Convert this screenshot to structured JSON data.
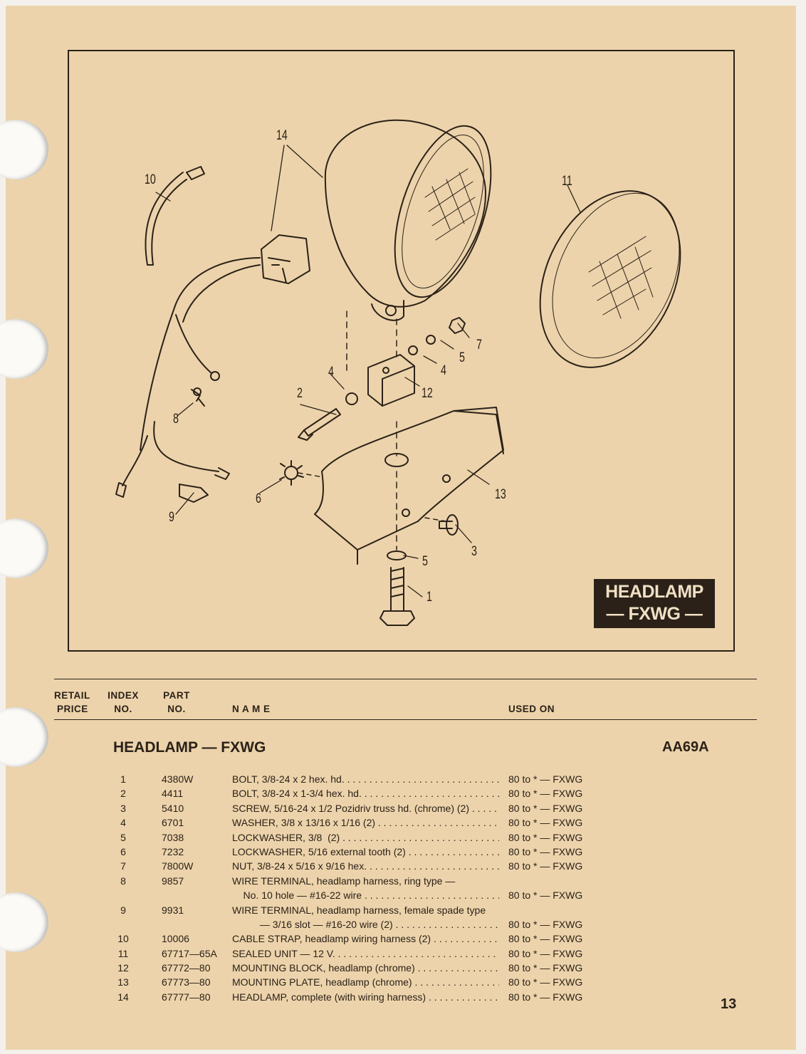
{
  "diagram": {
    "callouts": [
      "14",
      "10",
      "11",
      "7",
      "5",
      "4",
      "4",
      "12",
      "2",
      "8",
      "6",
      "13",
      "9",
      "3",
      "5",
      "1"
    ],
    "label_line1": "HEADLAMP",
    "label_line2": "— FXWG —"
  },
  "table_header": {
    "retail": "RETAIL",
    "price": "PRICE",
    "index": "INDEX",
    "index_no": "NO.",
    "part": "PART",
    "part_no": "NO.",
    "name": "N A M E",
    "used_on": "USED ON"
  },
  "section": {
    "title": "HEADLAMP — FXWG",
    "code": "AA69A"
  },
  "parts": [
    {
      "index": "1",
      "part": "4380W",
      "name": "BOLT, 3/8-24 x 2 hex. hd.",
      "used": "80 to * — FXWG"
    },
    {
      "index": "2",
      "part": "4411",
      "name": "BOLT, 3/8-24 x 1-3/4 hex. hd.",
      "used": "80 to * — FXWG"
    },
    {
      "index": "3",
      "part": "5410",
      "name": "SCREW, 5/16-24 x 1/2 Pozidriv truss hd. (chrome) (2)",
      "used": "80 to * — FXWG"
    },
    {
      "index": "4",
      "part": "6701",
      "name": "WASHER, 3/8 x 13/16 x 1/16 (2)",
      "used": "80 to * — FXWG"
    },
    {
      "index": "5",
      "part": "7038",
      "name": "LOCKWASHER, 3/8  (2)",
      "used": "80 to * — FXWG"
    },
    {
      "index": "6",
      "part": "7232",
      "name": "LOCKWASHER, 5/16 external tooth (2)",
      "used": "80 to * — FXWG"
    },
    {
      "index": "7",
      "part": "7800W",
      "name": "NUT, 3/8-24 x 5/16 x 9/16 hex.",
      "used": "80 to * — FXWG"
    },
    {
      "index": "8",
      "part": "9857",
      "name": "WIRE TERMINAL, headlamp harness, ring type —",
      "used": ""
    },
    {
      "index": "",
      "part": "",
      "name": "    No. 10 hole — #16-22 wire",
      "used": "80 to * — FXWG"
    },
    {
      "index": "9",
      "part": "9931",
      "name": "WIRE TERMINAL, headlamp harness, female spade type",
      "used": ""
    },
    {
      "index": "",
      "part": "",
      "name": "          — 3/16 slot — #16-20 wire (2)",
      "used": "80 to * — FXWG"
    },
    {
      "index": "10",
      "part": "10006",
      "name": "CABLE STRAP, headlamp wiring harness (2)",
      "used": "80 to * — FXWG"
    },
    {
      "index": "11",
      "part": "67717—65A",
      "name": "SEALED UNIT — 12 V.",
      "used": "80 to * — FXWG"
    },
    {
      "index": "12",
      "part": "67772—80",
      "name": "MOUNTING BLOCK, headlamp (chrome)",
      "used": "80 to * — FXWG"
    },
    {
      "index": "13",
      "part": "67773—80",
      "name": "MOUNTING PLATE, headlamp (chrome)",
      "used": "80 to * — FXWG"
    },
    {
      "index": "14",
      "part": "67777—80",
      "name": "HEADLAMP, complete (with wiring harness)",
      "used": "80 to * — FXWG"
    }
  ],
  "page_number": "13"
}
